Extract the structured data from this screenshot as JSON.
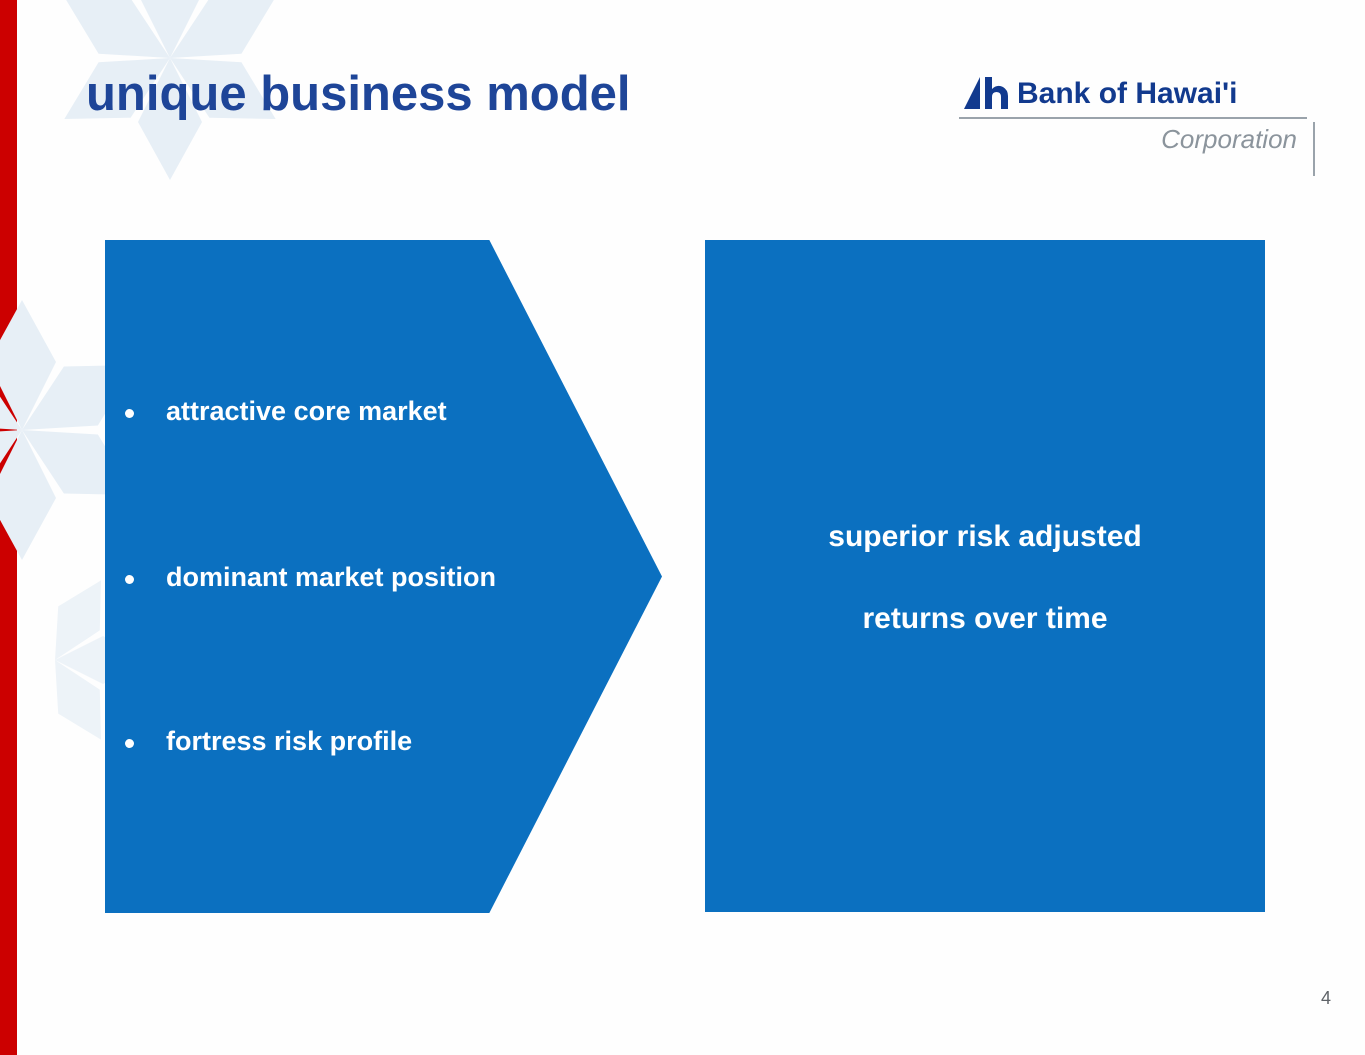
{
  "slide": {
    "title": "unique business model",
    "page_number": "4"
  },
  "logo": {
    "name": "Bank of Hawai'i",
    "subtitle": "Corporation"
  },
  "left_arrow": {
    "bullets": [
      "attractive core market",
      "dominant market position",
      "fortress risk profile"
    ]
  },
  "right_box": {
    "line1": "superior risk adjusted",
    "line2": "returns over time"
  },
  "colors": {
    "shape_blue": "#0b70c0",
    "title_blue": "#1e4598",
    "logo_navy": "#123a8e",
    "accent_red": "#cc0000",
    "rule_gray": "#9aa3ab",
    "corporation_gray": "#8b949c",
    "page_number_gray": "#5f6368",
    "watermark_blue": "#e7eff6"
  }
}
